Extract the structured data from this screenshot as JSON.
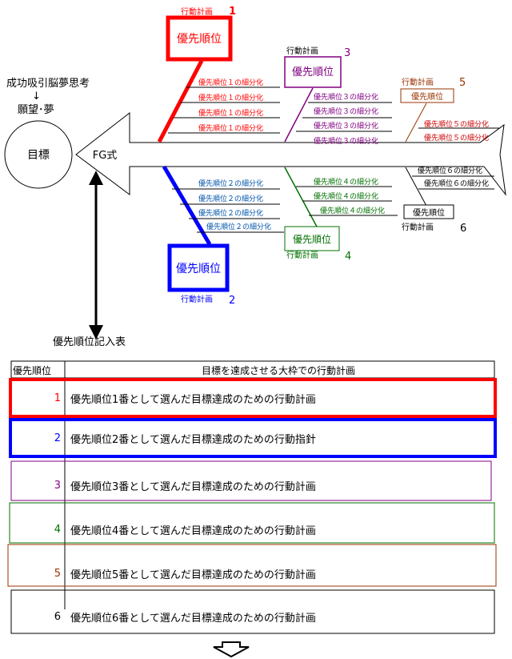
{
  "goal": {
    "circle_label": "目標",
    "chain_top": "成功吸引脳夢思考",
    "chain_arrow": "↓",
    "chain_bottom": "願望･夢",
    "fish_label": "FG式"
  },
  "branches": [
    {
      "number": "1",
      "box_label": "優先順位",
      "plan_label": "行動計画",
      "color": "#ff0000",
      "details": [
        "優先順位１の細分化",
        "優先順位１の細分化",
        "優先順位１の細分化",
        "優先順位１の細分化"
      ]
    },
    {
      "number": "2",
      "box_label": "優先順位",
      "plan_label": "行動計画",
      "color": "#0000ff",
      "details": [
        "優先順位２の細分化",
        "優先順位２の細分化",
        "優先順位２の細分化",
        "優先順位２の細分化"
      ]
    },
    {
      "number": "3",
      "box_label": "優先順位",
      "plan_label": "行動計画",
      "color": "#800080",
      "details": [
        "優先順位３の細分化",
        "優先順位３の細分化",
        "優先順位３の細分化",
        "優先順位３の細分化"
      ]
    },
    {
      "number": "4",
      "box_label": "優先順位",
      "plan_label": "行動計画",
      "color": "#007000",
      "details": [
        "優先順位４の細分化",
        "優先順位４の細分化",
        "優先順位４の細分化"
      ]
    },
    {
      "number": "5",
      "box_label": "優先順位",
      "plan_label": "行動計画",
      "color": "#993300",
      "details": [
        "優先順位５の細分化",
        "優先順位５の細分化"
      ]
    },
    {
      "number": "6",
      "box_label": "優先順位",
      "plan_label": "行動計画",
      "color": "#000000",
      "details": [
        "優先順位６の細分化",
        "優先順位６の細分化"
      ]
    }
  ],
  "table": {
    "caption": "優先順位記入表",
    "header_priority": "優先順位",
    "header_plan": "目標を達成させる大枠での行動計画",
    "rows": [
      {
        "number": "1",
        "text": "優先順位1番として選んだ目標達成のための行動計画",
        "color": "#ff0000"
      },
      {
        "number": "2",
        "text": "優先順位2番として選んだ目標達成のための行動指針",
        "color": "#0000ff"
      },
      {
        "number": "3",
        "text": "優先順位3番として選んだ目標達成のための行動計画",
        "color": "#800080"
      },
      {
        "number": "4",
        "text": "優先順位4番として選んだ目標達成のための行動計画",
        "color": "#007000"
      },
      {
        "number": "5",
        "text": "優先順位5番として選んだ目標達成のための行動計画",
        "color": "#993300"
      },
      {
        "number": "6",
        "text": "優先順位6番として選んだ目標達成のための行動計画",
        "color": "#000000"
      }
    ]
  },
  "footer": {
    "arrow_icon": "hollow-down-arrow-icon"
  }
}
